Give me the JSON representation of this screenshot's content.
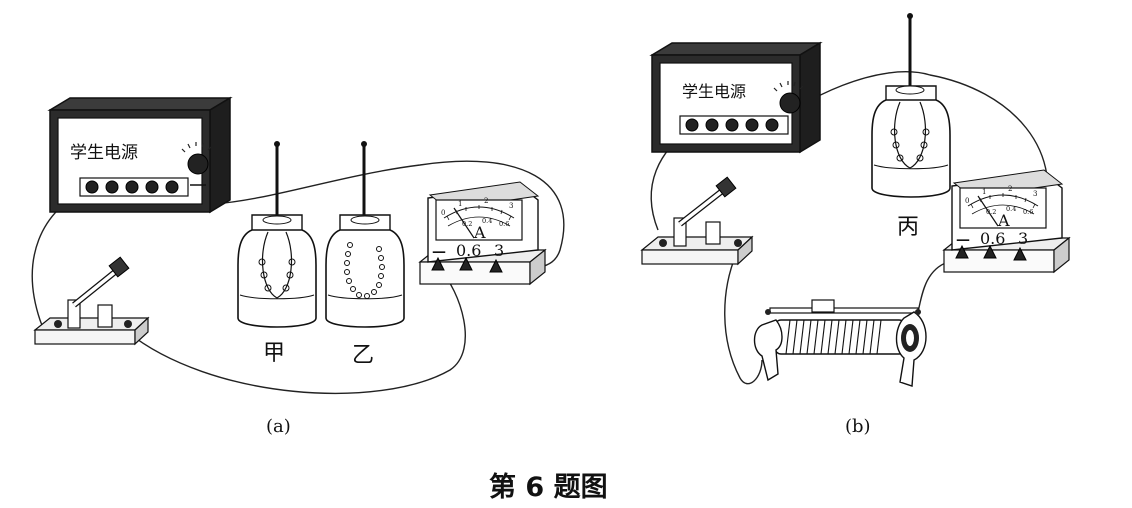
{
  "figure": {
    "caption": "第 6 题图",
    "panel_a": {
      "label": "(a)",
      "power_supply": {
        "label": "学生电源"
      },
      "jar_left": {
        "label": "甲"
      },
      "jar_right": {
        "label": "乙"
      },
      "ammeter": {
        "unit": "A",
        "terminals": [
          "—",
          "0.6",
          "3"
        ],
        "scale_top": [
          "0",
          "1",
          "2",
          "3"
        ],
        "scale_bottom": [
          "0.2",
          "0.4",
          "0.6"
        ]
      }
    },
    "panel_b": {
      "label": "(b)",
      "power_supply": {
        "label": "学生电源"
      },
      "jar": {
        "label": "丙"
      },
      "ammeter": {
        "unit": "A",
        "terminals": [
          "—",
          "0.6",
          "3"
        ],
        "scale_top": [
          "0",
          "1",
          "2",
          "3"
        ],
        "scale_bottom": [
          "0.2",
          "0.4",
          "0.6"
        ]
      }
    }
  }
}
